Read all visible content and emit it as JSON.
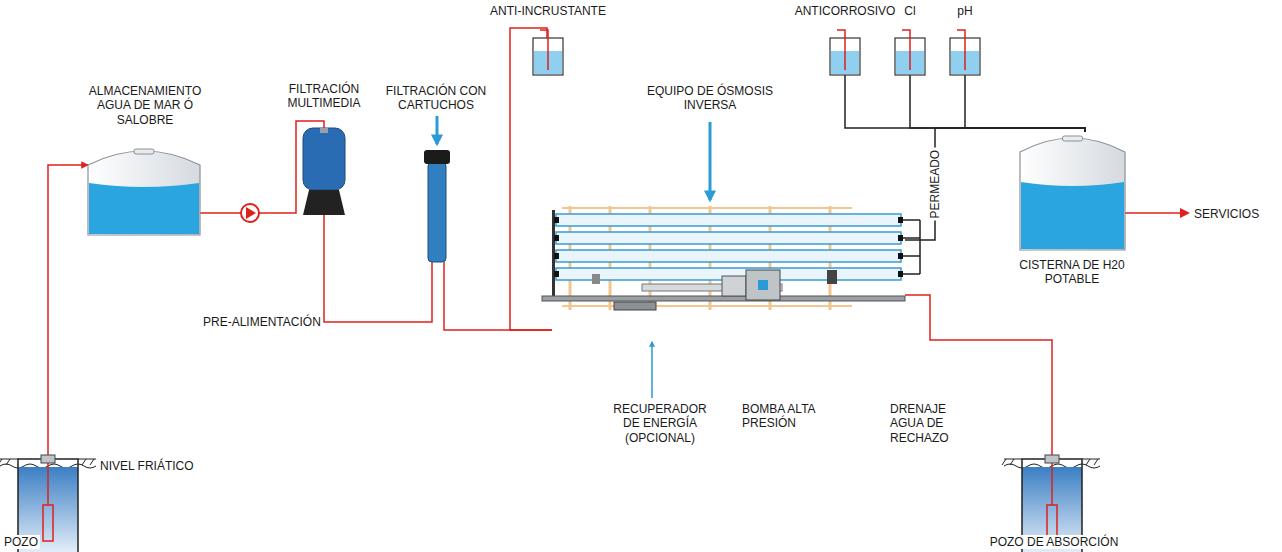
{
  "diagram": {
    "nodes": [
      {
        "text": [
          "POZO"
        ]
      },
      {
        "text": [
          "ALMACENAMIENTO AGUA DE MAR Ó SALOBRE"
        ]
      },
      {
        "text": [
          "FILTRACIÓN MULTIMEDIA"
        ]
      },
      {
        "text": [
          "FILTRACIÓN CON CARTUCHOS"
        ]
      },
      {
        "text": [
          "ANTI-INCRUSTANTE"
        ]
      },
      {
        "text": [
          "EQUIPO DE ÓSMOSIS INVERSA"
        ]
      },
      {
        "text": [
          "ANTICORROSIVO"
        ]
      },
      {
        "text": [
          "Cl"
        ]
      },
      {
        "text": [
          "pH"
        ]
      },
      {
        "text": [
          "CISTERNA DE H20 POTABLE"
        ]
      },
      {
        "text": [
          "POZO DE ABSORCIÓN"
        ]
      }
    ],
    "edges": [
      {
        "from": 0,
        "to": 1,
        "arrow": "to"
      },
      {
        "from": 1,
        "to": 2,
        "arrow": "none"
      },
      {
        "from": 2,
        "to": 3,
        "arrow": "none"
      },
      {
        "from": 3,
        "to": 5,
        "arrow": "none"
      },
      {
        "from": 4,
        "to": 5,
        "arrow": "none"
      },
      {
        "from": 5,
        "to": 9,
        "label": "PERMEADO",
        "arrow": "none"
      },
      {
        "from": 6,
        "to": 9,
        "arrow": "none"
      },
      {
        "from": 7,
        "to": 9,
        "arrow": "none"
      },
      {
        "from": 8,
        "to": 9,
        "arrow": "none"
      },
      {
        "from": 5,
        "to": 10,
        "arrow": "none"
      }
    ],
    "labels": [
      "PRE-ALIMENTACIÓN",
      "RECUPERADOR DE ENERGÍA (OPCIONAL)",
      "BOMBA ALTA PRESIÓN",
      "DRENAJE AGUA DE RECHAZO",
      "SERVICIOS",
      "NIVEL FRIÁTICO"
    ]
  }
}
